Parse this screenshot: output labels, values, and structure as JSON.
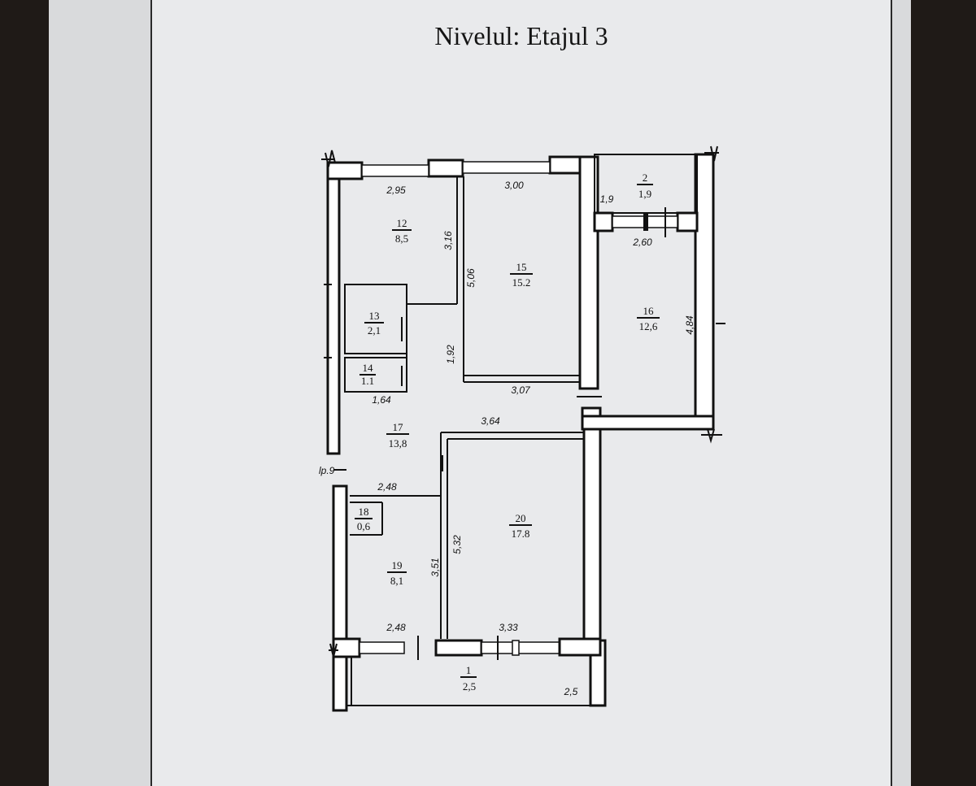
{
  "title": "Nivelul: Etajul 3",
  "rooms": [
    {
      "id": "1",
      "number": "1",
      "area": "2,5"
    },
    {
      "id": "2",
      "number": "2",
      "area": "1,9"
    },
    {
      "id": "12",
      "number": "12",
      "area": "8,5"
    },
    {
      "id": "13",
      "number": "13",
      "area": "2,1"
    },
    {
      "id": "14",
      "number": "14",
      "area": "1.1"
    },
    {
      "id": "15",
      "number": "15",
      "area": "15.2"
    },
    {
      "id": "16",
      "number": "16",
      "area": "12,6"
    },
    {
      "id": "17",
      "number": "17",
      "area": "13,8"
    },
    {
      "id": "18",
      "number": "18",
      "area": "0,6"
    },
    {
      "id": "19",
      "number": "19",
      "area": "8,1"
    },
    {
      "id": "20",
      "number": "20",
      "area": "17.8"
    }
  ],
  "dimensions": [
    {
      "id": "d-295",
      "text": "2,95"
    },
    {
      "id": "d-300",
      "text": "3,00"
    },
    {
      "id": "d-19",
      "text": "1,9"
    },
    {
      "id": "d-260",
      "text": "2,60"
    },
    {
      "id": "d-316",
      "text": "3,16"
    },
    {
      "id": "d-506",
      "text": "5,06"
    },
    {
      "id": "d-484",
      "text": "4,84"
    },
    {
      "id": "d-192",
      "text": "1,92"
    },
    {
      "id": "d-307",
      "text": "3,07"
    },
    {
      "id": "d-164",
      "text": "1,64"
    },
    {
      "id": "d-364",
      "text": "3,64"
    },
    {
      "id": "d-248a",
      "text": "2,48"
    },
    {
      "id": "d-532",
      "text": "5,32"
    },
    {
      "id": "d-351",
      "text": "3,51"
    },
    {
      "id": "d-248b",
      "text": "2,48"
    },
    {
      "id": "d-333",
      "text": "3,33"
    },
    {
      "id": "d-25",
      "text": "2,5"
    }
  ],
  "markers": [
    {
      "id": "m-rp9",
      "text": "lp.9"
    }
  ]
}
